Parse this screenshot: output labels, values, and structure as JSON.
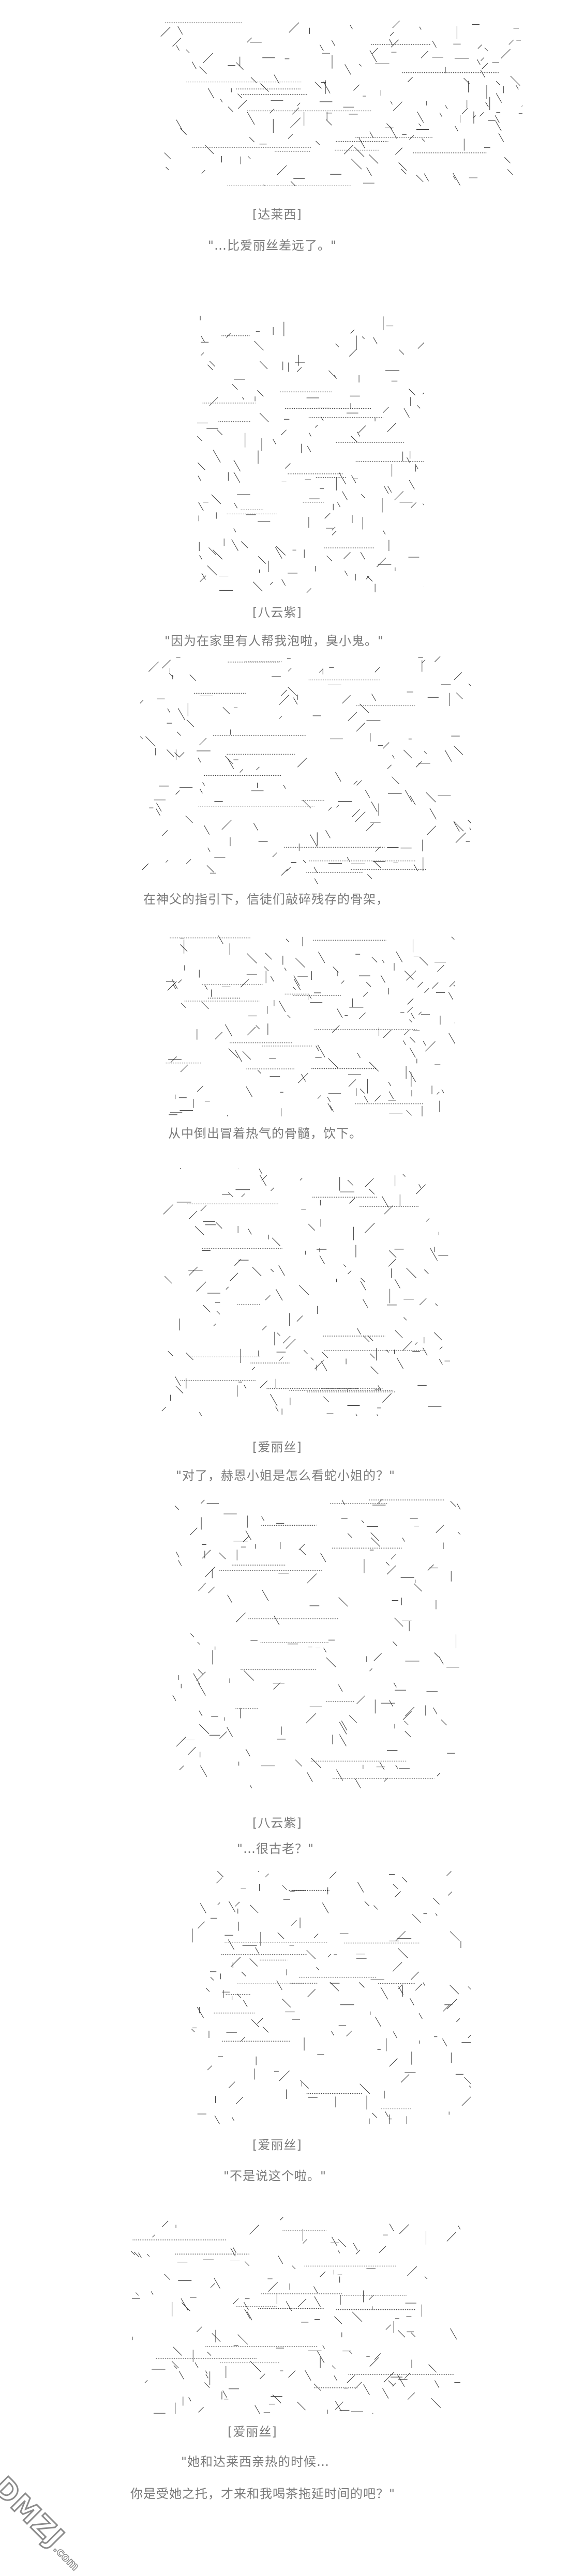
{
  "panels": [
    {
      "speaker": "[达莱西]",
      "lines": [
        "\"…比爱丽丝差远了。\""
      ]
    },
    {
      "speaker": "[八云紫]",
      "lines": [
        "\"因为在家里有人帮我泡啦，臭小鬼。\""
      ]
    },
    {
      "speaker": "",
      "lines": [
        "在神父的指引下，信徒们敲碎残存的骨架，"
      ]
    },
    {
      "speaker": "",
      "lines": [
        "从中倒出冒着热气的骨髓，饮下。"
      ]
    },
    {
      "speaker": "[爱丽丝]",
      "lines": [
        "\"对了，赫恩小姐是怎么看蛇小姐的？\""
      ]
    },
    {
      "speaker": "[八云紫]",
      "lines": [
        "\"…很古老？\""
      ]
    },
    {
      "speaker": "[爱丽丝]",
      "lines": [
        "\"不是说这个啦。\""
      ]
    },
    {
      "speaker": "[爱丽丝]",
      "lines": [
        "\"她和达莱西亲热的时候…",
        "你是受她之托，才来和我喝茶拖延时间的吧？\""
      ]
    }
  ],
  "watermark": {
    "brand": "DMZJ",
    "domain": ".com"
  },
  "colors": {
    "text": "#7a7a7a",
    "art": "#333333"
  }
}
